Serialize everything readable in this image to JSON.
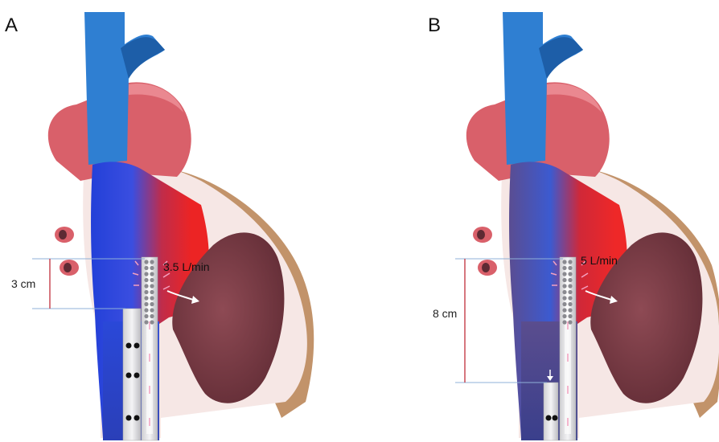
{
  "panels": [
    {
      "letter": "A",
      "distance_label": "3 cm",
      "flow_label": "3.5 L/min"
    },
    {
      "letter": "B",
      "distance_label": "8 cm",
      "flow_label": "5 L/min"
    }
  ],
  "colors": {
    "vena_cava": "#2f7fd2",
    "aorta": "#d9606a",
    "outer_tissue": "#c2936a",
    "oxygenated_blood": "#e8262a",
    "deoxygenated_blood": "#2a55d6",
    "ventricle": "#7c3b45",
    "dimension_line_red": "#c94a55",
    "dimension_line_blue": "#8fb0d8"
  }
}
